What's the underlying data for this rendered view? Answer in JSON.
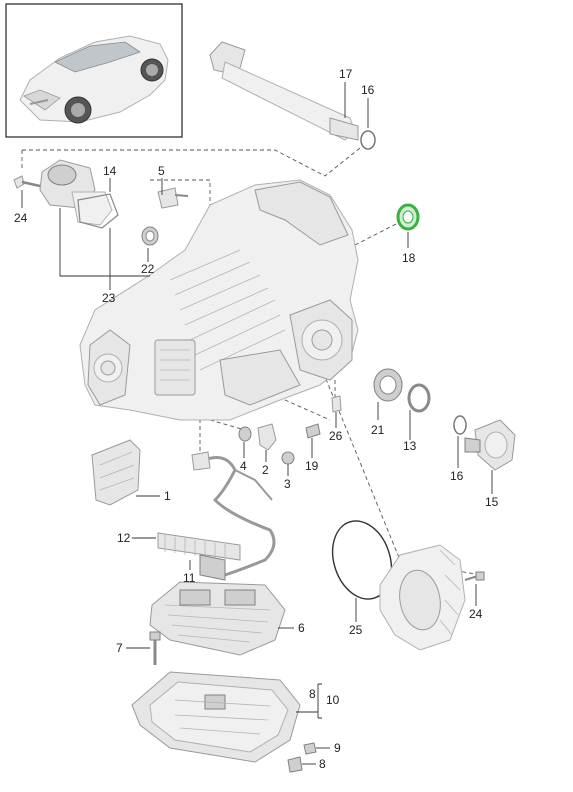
{
  "callouts": {
    "c1": "1",
    "c2": "2",
    "c3": "3",
    "c4": "4",
    "c5": "5",
    "c6": "6",
    "c7": "7",
    "c8a": "8",
    "c8b": "8",
    "c9": "9",
    "c10": "10",
    "c11": "11",
    "c12": "12",
    "c13": "13",
    "c14": "14",
    "c15": "15",
    "c16a": "16",
    "c16b": "16",
    "c17": "17",
    "c18": "18",
    "c19": "19",
    "c21": "21",
    "c22": "22",
    "c23": "23",
    "c24a": "24",
    "c24b": "24",
    "c25": "25",
    "c26": "26"
  },
  "colors": {
    "highlight_ring": "#3cb043",
    "line": "#333333",
    "part_fill": "#e6e6e6"
  },
  "icons": {
    "thumbnail": "car-icon"
  }
}
